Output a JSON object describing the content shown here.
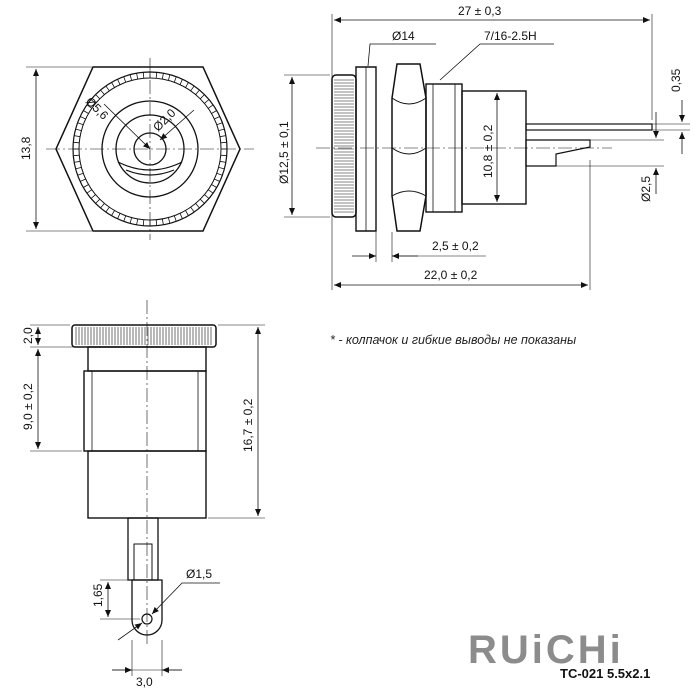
{
  "dimensions": {
    "front_height": "13,8",
    "front_outer_dia": "Ø5,6",
    "front_pin_dia": "Ø2,0",
    "side_total_length": "27 ± 0,3",
    "side_flange_dia": "Ø14",
    "side_thread": "7/16-2.5H",
    "side_pin_gap": "0,35",
    "side_knurl_dia": "Ø12,5 ± 0,1",
    "side_body_dia": "10,8 ± 0,2",
    "side_tab_dia": "Ø2,5",
    "side_lock_len": "2,5 ± 0,2",
    "side_body_len": "22,0 ± 0,2",
    "bottom_cap_h": "2,0",
    "bottom_thread_h": "9,0 ± 0,2",
    "bottom_total_h": "16,7 ± 0,2",
    "bottom_terminal_h": "1,65",
    "bottom_hole_dia": "Ø1,5",
    "bottom_terminal_w": "3,0"
  },
  "note": "* - колпачок и гибкие выводы не показаны",
  "brand": "RUiCHi",
  "model": "TC-021 5.5x2.1"
}
